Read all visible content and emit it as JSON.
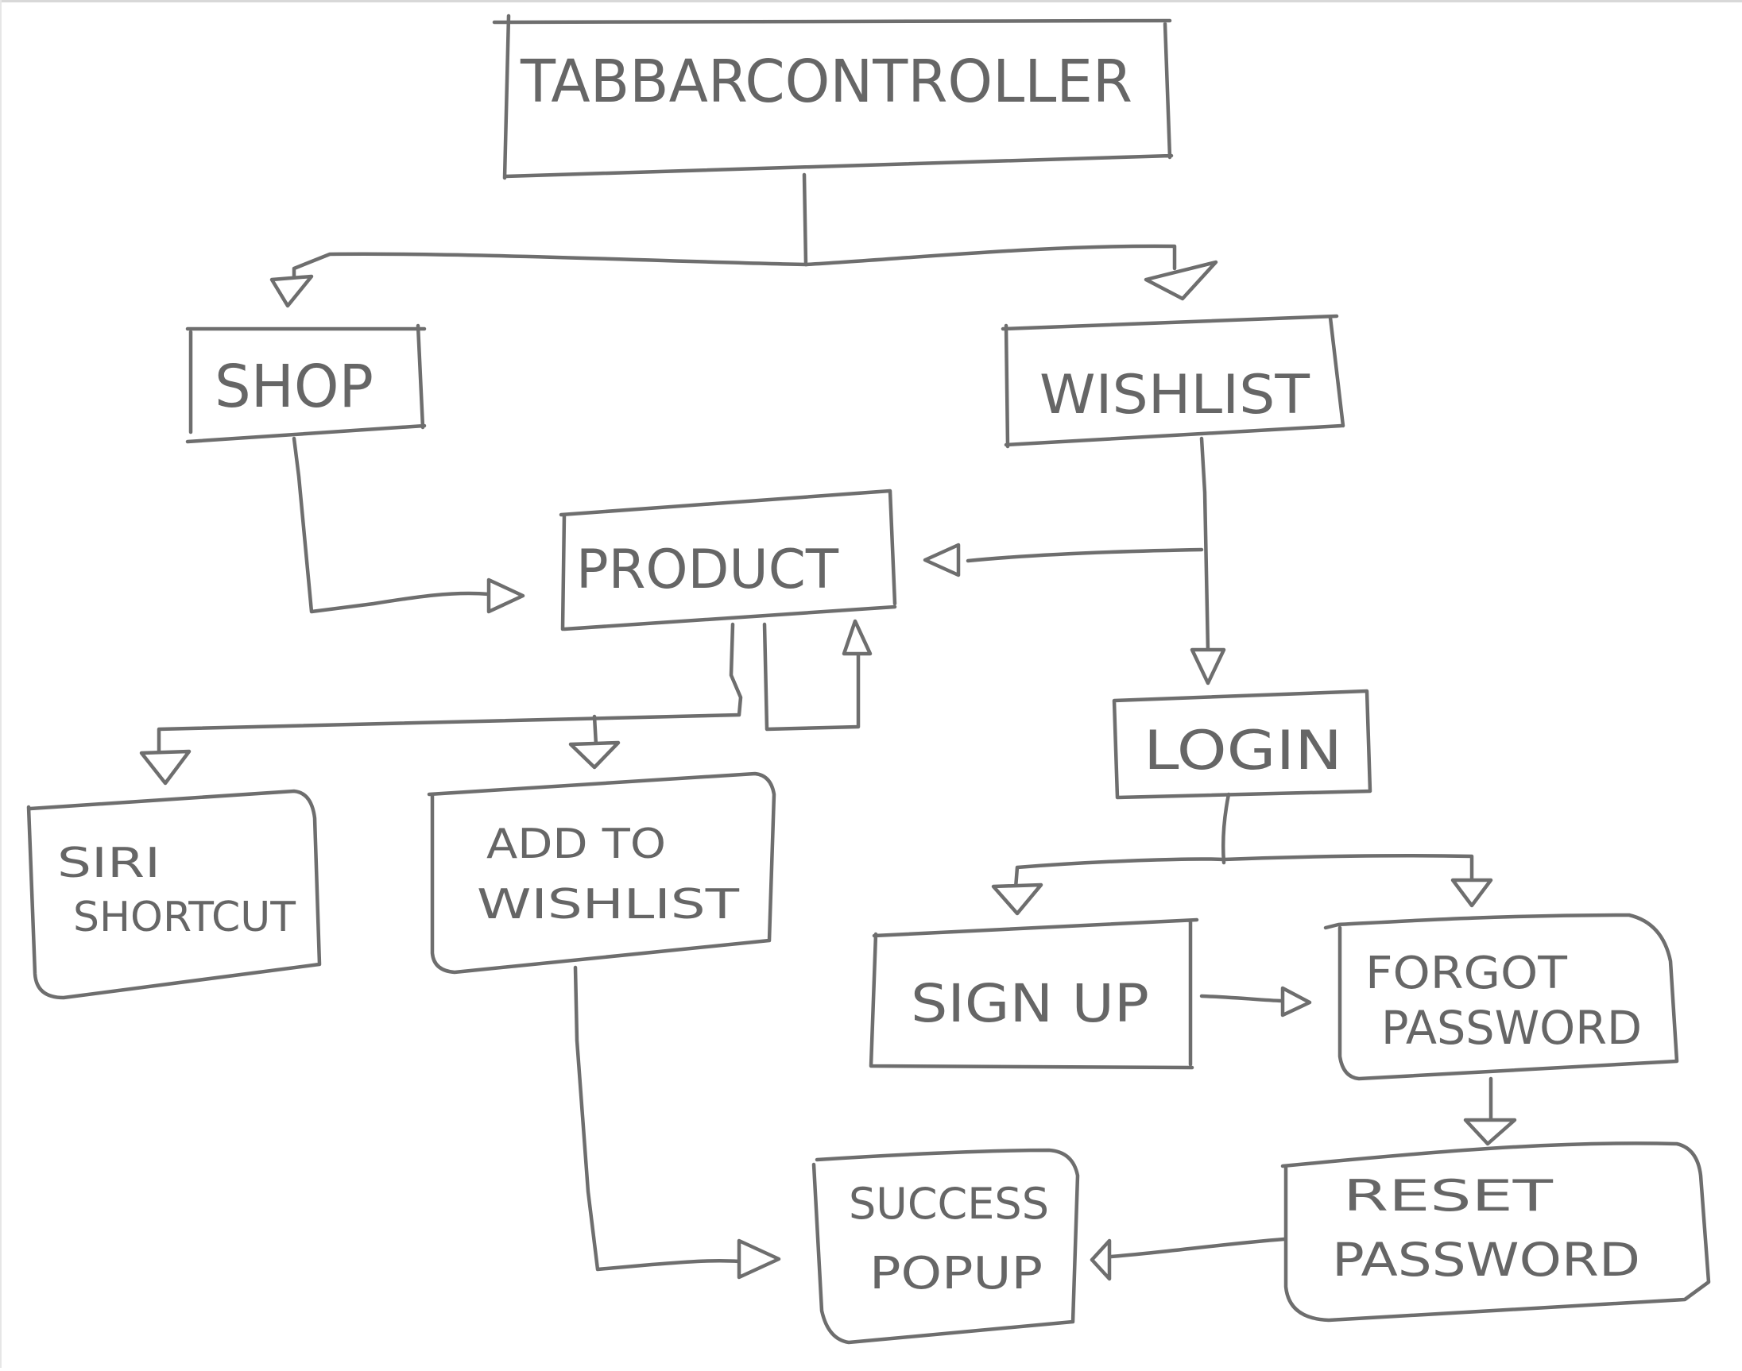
{
  "nodes": {
    "tabbar": {
      "label": "TABBARCONTROLLER"
    },
    "shop": {
      "label": "SHOP"
    },
    "wishlist": {
      "label": "WISHLIST"
    },
    "product": {
      "label": "PRODUCT"
    },
    "login": {
      "label": "LOGIN"
    },
    "siri": {
      "line1": "SIRI",
      "line2": "SHORTCUT"
    },
    "add_wishlist": {
      "line1": "ADD TO",
      "line2": "WISHLIST"
    },
    "signup": {
      "label": "SIGN UP"
    },
    "forgot": {
      "line1": "FORGOT",
      "line2": "PASSWORD"
    },
    "reset": {
      "line1": "RESET",
      "line2": "PASSWORD"
    },
    "success": {
      "line1": "SUCCESS",
      "line2": "POPUP"
    }
  },
  "colors": {
    "ink": "#6e6e6e",
    "background": "#ffffff"
  }
}
